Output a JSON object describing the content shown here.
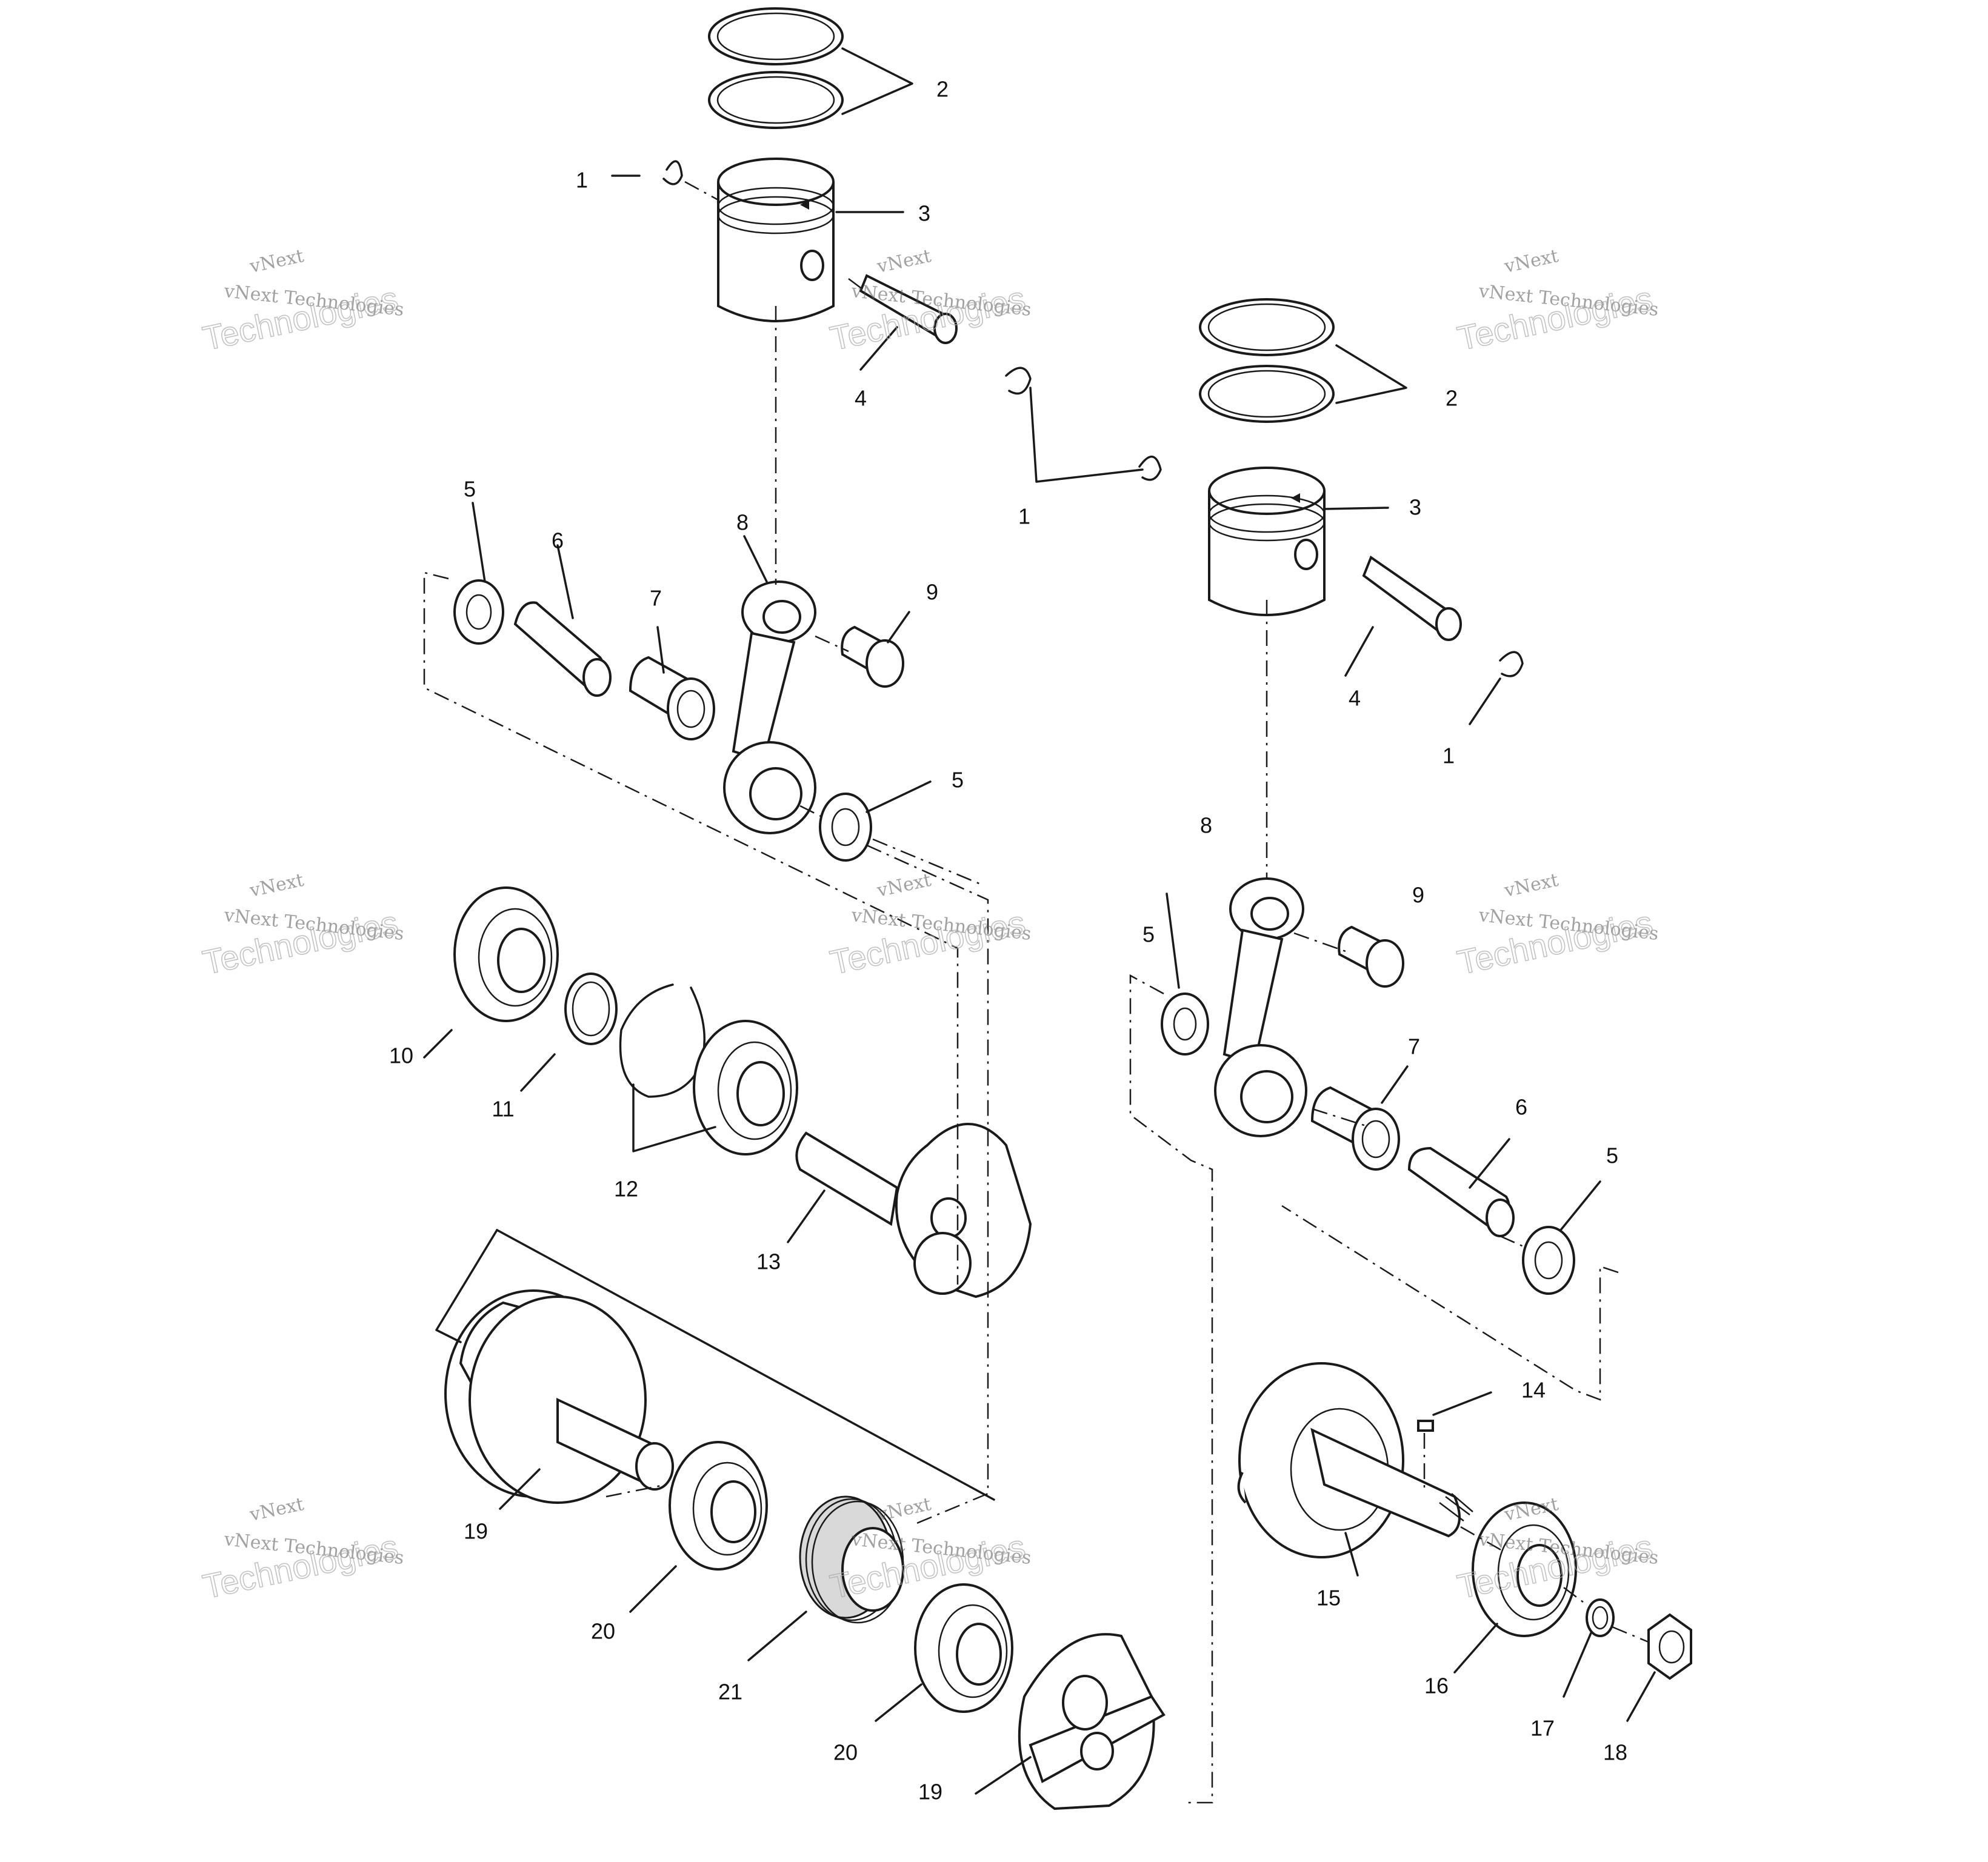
{
  "watermark": {
    "brand": "vNext",
    "line": "vNext Technologies",
    "word": "Technologies"
  },
  "callouts": {
    "c1a": "1",
    "c2a": "2",
    "c3a": "3",
    "c4a": "4",
    "c1b": "1",
    "c2b": "2",
    "c3b": "3",
    "c4b": "4",
    "c1c": "1",
    "c5a": "5",
    "c6a": "6",
    "c7a": "7",
    "c8a": "8",
    "c9a": "9",
    "c5b": "5",
    "c8b": "8",
    "c9b": "9",
    "c5c": "5",
    "c7b": "7",
    "c6b": "6",
    "c5d": "5",
    "c10": "10",
    "c11": "11",
    "c12": "12",
    "c13": "13",
    "c14": "14",
    "c15": "15",
    "c16": "16",
    "c17": "17",
    "c18": "18",
    "c19a": "19",
    "c20a": "20",
    "c21": "21",
    "c20b": "20",
    "c19b": "19"
  }
}
